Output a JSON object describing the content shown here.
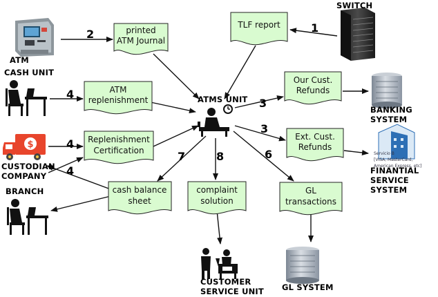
{
  "documents": {
    "printed_atm_journal": [
      "printed",
      "ATM Journal"
    ],
    "tlf_report": [
      "TLF report"
    ],
    "atm_replenishment": [
      "ATM",
      "replenishment"
    ],
    "our_cust_refunds": [
      "Our Cust.",
      "Refunds"
    ],
    "replenishment_certification": [
      "Replenishment",
      "Certification"
    ],
    "ext_cust_refunds": [
      "Ext. Cust.",
      "Refunds"
    ],
    "cash_balance_sheet": [
      "cash balance",
      "sheet"
    ],
    "complaint_solution": [
      "complaint",
      "solution"
    ],
    "gl_transactions": [
      "GL",
      "transactions"
    ]
  },
  "entities": {
    "atm_cash_unit": [
      "ATM",
      "CASH UNIT"
    ],
    "switch": "SWITCH",
    "atms_unit": "ATMS UNIT",
    "banking_system": [
      "BANKING",
      "SYSTEM"
    ],
    "financial_service_system": [
      "FINANTIAL",
      "SERVICE",
      "SYSTEM"
    ],
    "custodian_company": [
      "CUSTODIAN",
      "COMPANY"
    ],
    "branch": "BRANCH",
    "customer_service_unit": [
      "CUSTOMER",
      "SERVICE UNIT"
    ],
    "gl_system": "GL SYSTEM"
  },
  "flow_numbers": {
    "switch_to_tlf": "1",
    "atm_to_journal": "2",
    "to_our_refunds": "3",
    "to_ext_refunds": "3",
    "cash_unit_to_replenishment": "4",
    "custodian_to_certification": "4",
    "branch_to_certification": "4",
    "to_cash_balance": "7",
    "to_complaint": "8",
    "to_gl_transactions": "6"
  },
  "server_label": {
    "line1": "Servicio B",
    "line2": "[VISA, MasterCard,",
    "line3": "American Express, etc]"
  },
  "icons": {
    "atm": "atm-machine-icon",
    "switch": "server-rack-icon",
    "cashier": "person-at-desk-icon",
    "truck": "money-truck-icon",
    "branch_clerk": "person-at-desk-icon",
    "atms_unit": "person-at-desk-with-clock-icon",
    "banking": "server-tower-icon",
    "financial": "server-building-icon",
    "customer_service": "help-desk-icon",
    "gl": "server-tower-icon",
    "money": "dollar-sign-icon"
  },
  "colors": {
    "document_fill": "#d9fbd0",
    "truck": "#e8452c"
  }
}
